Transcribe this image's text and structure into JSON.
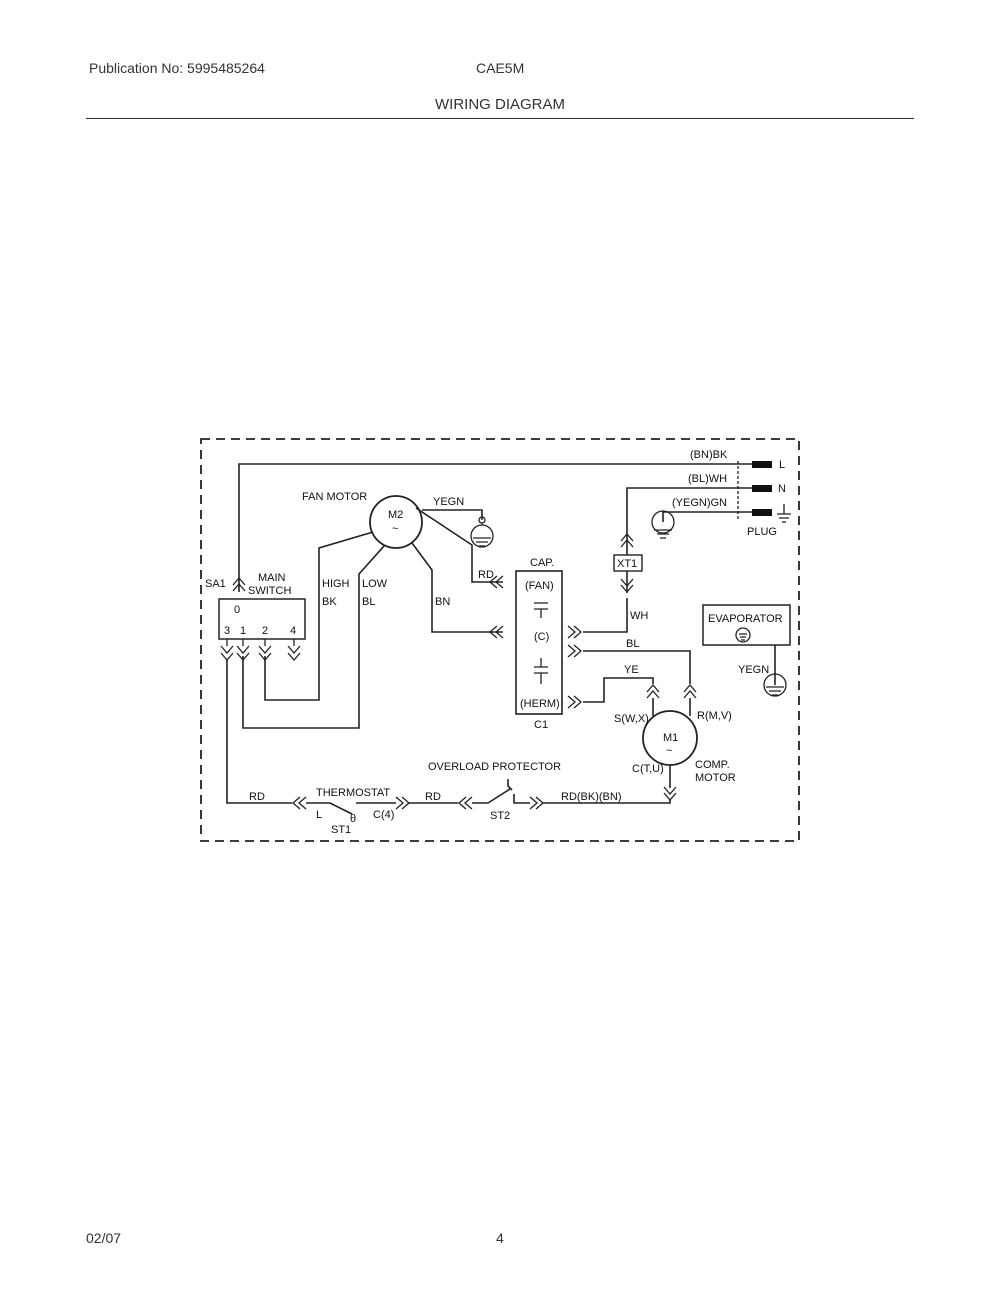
{
  "header": {
    "publication": "Publication No: 5995485264",
    "model": "CAE5M",
    "title": "WIRING DIAGRAM"
  },
  "footer": {
    "date": "02/07",
    "page": "4"
  },
  "diagram": {
    "wire_bnbk": "(BN)BK",
    "wire_blwh": "(BL)WH",
    "wire_yegngn": "(YEGN)GN",
    "plug_l": "L",
    "plug_n": "N",
    "plug": "PLUG",
    "fan_motor": "FAN MOTOR",
    "m2": "M2",
    "m2_sym": "~",
    "yegn_fan": "YEGN",
    "rd_cap": "RD",
    "xt1": "XT1",
    "wh": "WH",
    "cap": "CAP.",
    "cap_fan": "(FAN)",
    "cap_c": "(C)",
    "cap_herm": "(HERM)",
    "c1": "C1",
    "bl_cap": "BL",
    "ye": "YE",
    "evaporator": "EVAPORATOR",
    "yegn_evap": "YEGN",
    "sa1": "SA1",
    "main": "MAIN",
    "switch": "SWITCH",
    "pos0": "0",
    "pos3": "3",
    "pos1": "1",
    "pos2": "2",
    "pos4": "4",
    "high": "HIGH",
    "bk": "BK",
    "low": "LOW",
    "bl_low": "BL",
    "bn": "BN",
    "s_wx": "S(W,X)",
    "r_mv": "R(M,V)",
    "m1": "M1",
    "m1_sym": "~",
    "c_tu": "C(T,U)",
    "comp": "COMP.",
    "motor": "MOTOR",
    "overload": "OVERLOAD PROTECTOR",
    "thermostat": "THERMOSTAT",
    "rd_left": "RD",
    "rd_mid": "RD",
    "rd_bkbn": "RD(BK)(BN)",
    "th_l": "L",
    "theta": "θ",
    "th_c4": "C(4)",
    "st1": "ST1",
    "st2": "ST2"
  }
}
